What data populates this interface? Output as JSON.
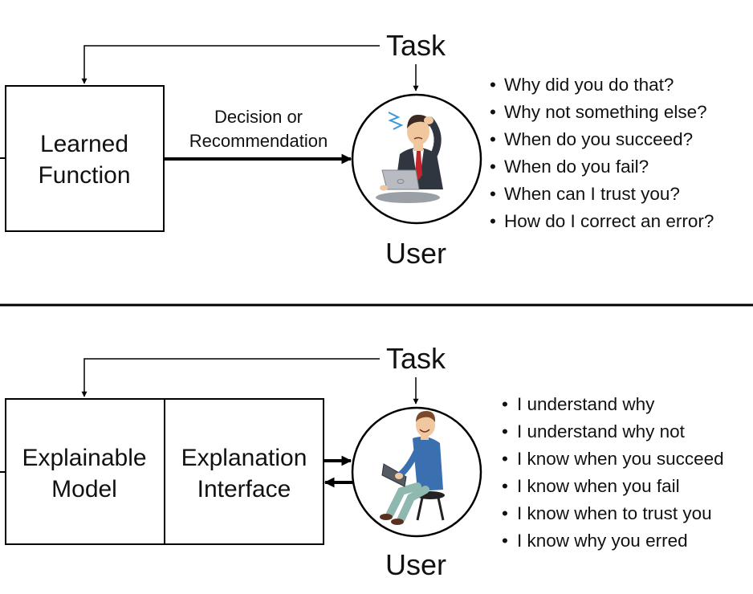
{
  "top": {
    "task_label": "Task",
    "box_line1": "Learned",
    "box_line2": "Function",
    "edge_line1": "Decision or",
    "edge_line2": "Recommendation",
    "user_label": "User",
    "user_icon": "confused-user-with-laptop-icon",
    "questions": [
      "Why did you do that?",
      "Why not something else?",
      "When do you succeed?",
      "When do you fail?",
      "When can I trust you?",
      "How do I correct an error?"
    ]
  },
  "bottom": {
    "task_label": "Task",
    "model_line1": "Explainable",
    "model_line2": "Model",
    "interface_line1": "Explanation",
    "interface_line2": "Interface",
    "user_label": "User",
    "user_icon": "happy-user-with-laptop-icon",
    "answers": [
      "I understand why",
      "I understand why not",
      "I know when you succeed",
      "I know when you fail",
      "I know when to trust you",
      "I know why you erred"
    ]
  },
  "bullet_char": "•",
  "colors": {
    "line": "#000000",
    "shirt_blue": "#3a6fb0",
    "tie_red": "#c0262c",
    "stress_blue": "#3a9ad9"
  }
}
